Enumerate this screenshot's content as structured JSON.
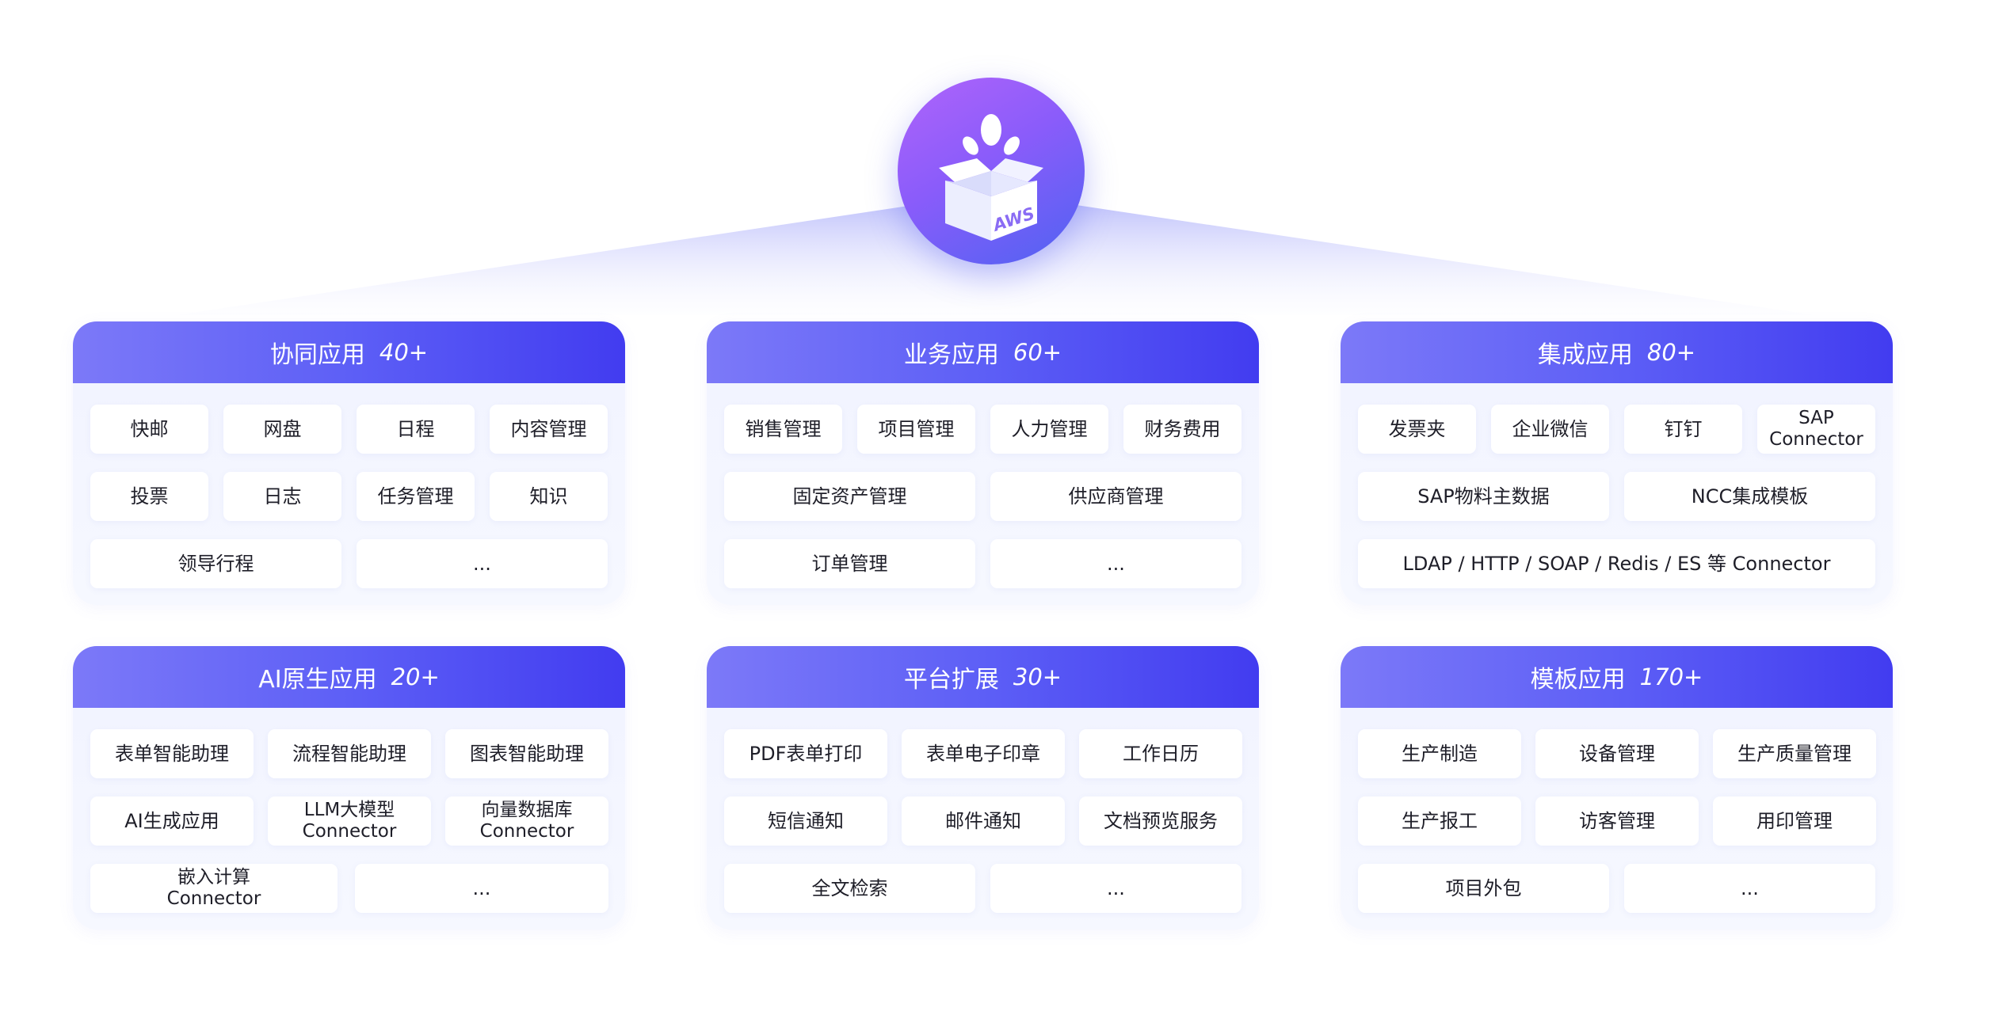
{
  "hub": {
    "logo_text": "AWS"
  },
  "panels": [
    {
      "title": "协同应用",
      "count": "40+",
      "items": [
        "快邮",
        "网盘",
        "日程",
        "内容管理",
        "投票",
        "日志",
        "任务管理",
        "知识",
        "领导行程",
        "..."
      ]
    },
    {
      "title": "业务应用",
      "count": "60+",
      "items": [
        "销售管理",
        "项目管理",
        "人力管理",
        "财务费用",
        "固定资产管理",
        "供应商管理",
        "订单管理",
        "..."
      ]
    },
    {
      "title": "集成应用",
      "count": "80+",
      "items": [
        "发票夹",
        "企业微信",
        "钉钉",
        "SAP\nConnector",
        "SAP物料主数据",
        "NCC集成模板",
        "LDAP / HTTP / SOAP / Redis / ES 等 Connector"
      ]
    },
    {
      "title": "AI原生应用",
      "count": "20+",
      "items": [
        "表单智能助理",
        "流程智能助理",
        "图表智能助理",
        "AI生成应用",
        "LLM大模型\nConnector",
        "向量数据库\nConnector",
        "嵌入计算\nConnector",
        "..."
      ]
    },
    {
      "title": "平台扩展",
      "count": "30+",
      "items": [
        "PDF表单打印",
        "表单电子印章",
        "工作日历",
        "短信通知",
        "邮件通知",
        "文档预览服务",
        "全文检索",
        "..."
      ]
    },
    {
      "title": "模板应用",
      "count": "170+",
      "items": [
        "生产制造",
        "设备管理",
        "生产质量管理",
        "生产报工",
        "访客管理",
        "用印管理",
        "项目外包",
        "..."
      ]
    }
  ]
}
